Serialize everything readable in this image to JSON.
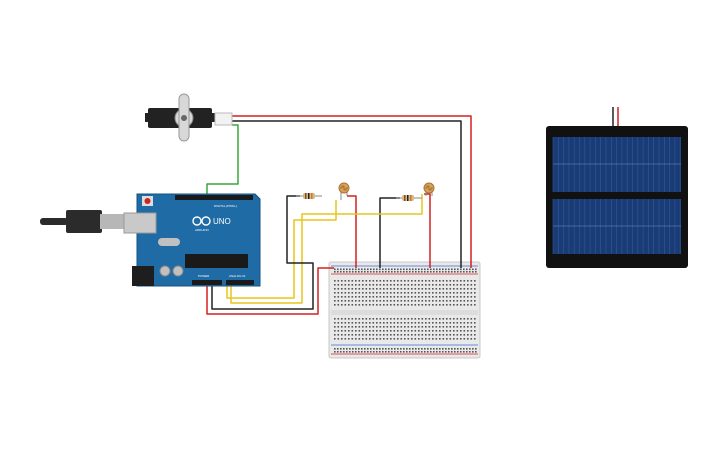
{
  "arduino": {
    "brand": "ARDUINO",
    "model": "UNO",
    "digital_label": "DIGITAL (PWM~)",
    "power_label": "POWER",
    "analog_label": "ANALOG IN"
  },
  "colors": {
    "arduino_board": "#1f6ba5",
    "wire_red": "#d42020",
    "wire_black": "#222222",
    "wire_green": "#3aa53a",
    "wire_yellow": "#e8c51c",
    "breadboard": "#e9e9e9",
    "solar_cell": "#1a3b74",
    "usb_plug": "#2b2b2b"
  },
  "icons": [
    "servo-motor-icon",
    "photoresistor-icon",
    "resistor-icon",
    "usb-cable-icon",
    "solar-panel-icon"
  ]
}
